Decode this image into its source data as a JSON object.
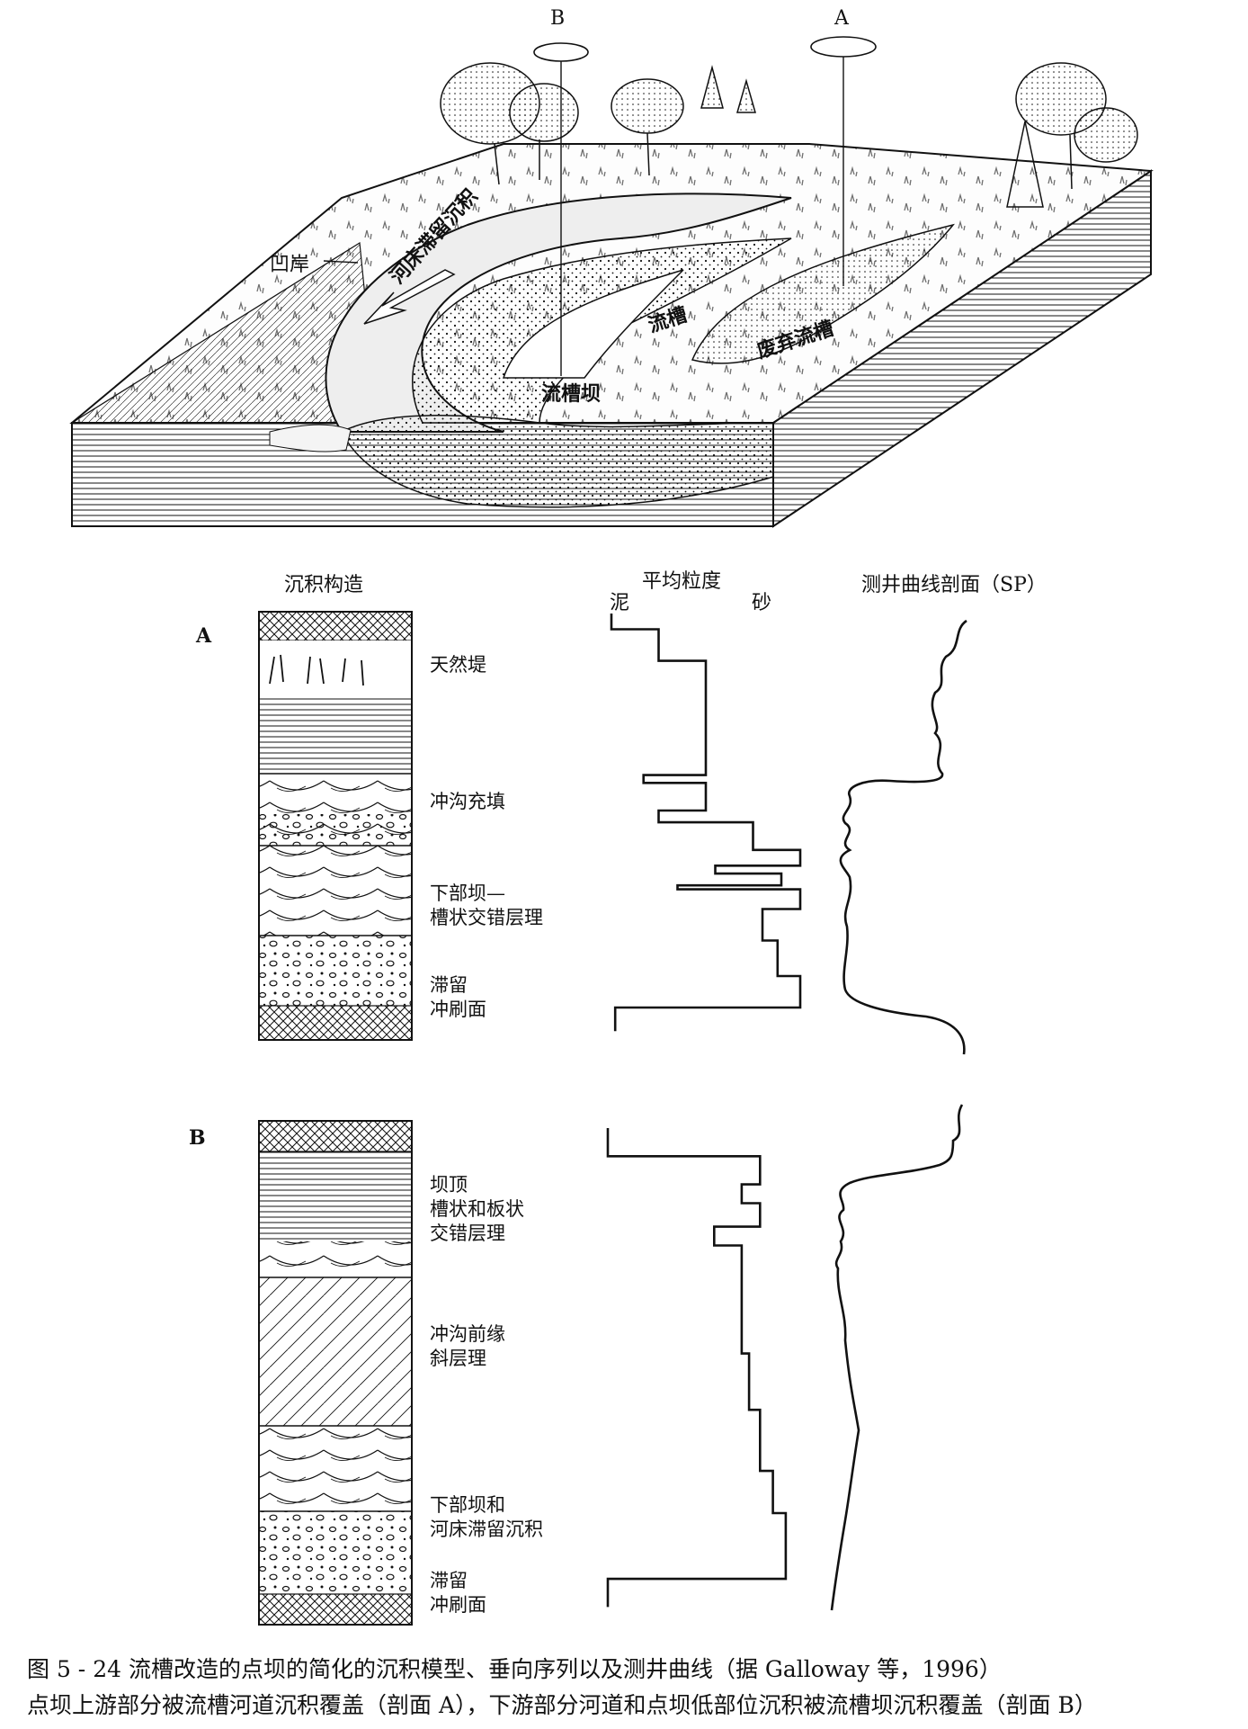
{
  "block_diagram": {
    "well_b_label": "B",
    "well_a_label": "A",
    "labels": {
      "concave_bank": "凹岸",
      "channel_lag": "河床滞留沉积",
      "chute": "流槽",
      "abandoned_chute": "废弃流槽",
      "chute_bar": "流槽坝"
    }
  },
  "headers": {
    "structures": "沉积构造",
    "grain_size": "平均粒度",
    "mud": "泥",
    "sand": "砂",
    "log": "测井曲线剖面（SP）"
  },
  "section_a": {
    "letter": "A",
    "labels": [
      "天然堤",
      "冲沟充填",
      "下部坝—\n槽状交错层理",
      "滞留\n冲刷面"
    ],
    "grain_size_profile": [
      [
        0.0,
        0.0
      ],
      [
        0.0,
        0.04
      ],
      [
        0.25,
        0.04
      ],
      [
        0.25,
        0.12
      ],
      [
        0.5,
        0.12
      ],
      [
        0.5,
        0.41
      ],
      [
        0.17,
        0.41
      ],
      [
        0.17,
        0.43
      ],
      [
        0.5,
        0.43
      ],
      [
        0.5,
        0.5
      ],
      [
        0.25,
        0.5
      ],
      [
        0.25,
        0.53
      ],
      [
        0.75,
        0.53
      ],
      [
        0.75,
        0.6
      ],
      [
        1.0,
        0.6
      ],
      [
        1.0,
        0.64
      ],
      [
        0.55,
        0.64
      ],
      [
        0.55,
        0.66
      ],
      [
        0.9,
        0.66
      ],
      [
        0.9,
        0.69
      ],
      [
        0.35,
        0.69
      ],
      [
        0.35,
        0.7
      ],
      [
        1.0,
        0.7
      ],
      [
        1.0,
        0.75
      ],
      [
        0.8,
        0.75
      ],
      [
        0.8,
        0.83
      ],
      [
        0.88,
        0.83
      ],
      [
        0.88,
        0.92
      ],
      [
        1.0,
        0.92
      ],
      [
        1.0,
        1.0
      ],
      [
        0.02,
        1.0
      ],
      [
        0.02,
        1.06
      ]
    ]
  },
  "section_b": {
    "letter": "B",
    "labels": [
      "坝顶\n槽状和板状\n交错层理",
      "冲沟前缘\n斜层理",
      "下部坝和\n河床滞留沉积",
      "滞留\n冲刷面"
    ],
    "grain_size_profile": [
      [
        0.0,
        0.0
      ],
      [
        0.0,
        0.06
      ],
      [
        0.83,
        0.06
      ],
      [
        0.83,
        0.12
      ],
      [
        0.73,
        0.12
      ],
      [
        0.73,
        0.16
      ],
      [
        0.83,
        0.16
      ],
      [
        0.83,
        0.21
      ],
      [
        0.58,
        0.21
      ],
      [
        0.58,
        0.25
      ],
      [
        0.73,
        0.25
      ],
      [
        0.73,
        0.48
      ],
      [
        0.77,
        0.48
      ],
      [
        0.77,
        0.6
      ],
      [
        0.83,
        0.6
      ],
      [
        0.83,
        0.73
      ],
      [
        0.9,
        0.73
      ],
      [
        0.9,
        0.82
      ],
      [
        0.97,
        0.82
      ],
      [
        0.97,
        0.96
      ],
      [
        0.0,
        0.96
      ],
      [
        0.0,
        1.02
      ]
    ]
  },
  "caption": {
    "line1": "图 5 - 24    流槽改造的点坝的简化的沉积模型、垂向序列以及测井曲线（据 Galloway 等，1996）",
    "line2": "点坝上游部分被流槽河道沉积覆盖（剖面 A），下游部分河道和点坝低部位沉积被流槽坝沉积覆盖（剖面 B）"
  }
}
